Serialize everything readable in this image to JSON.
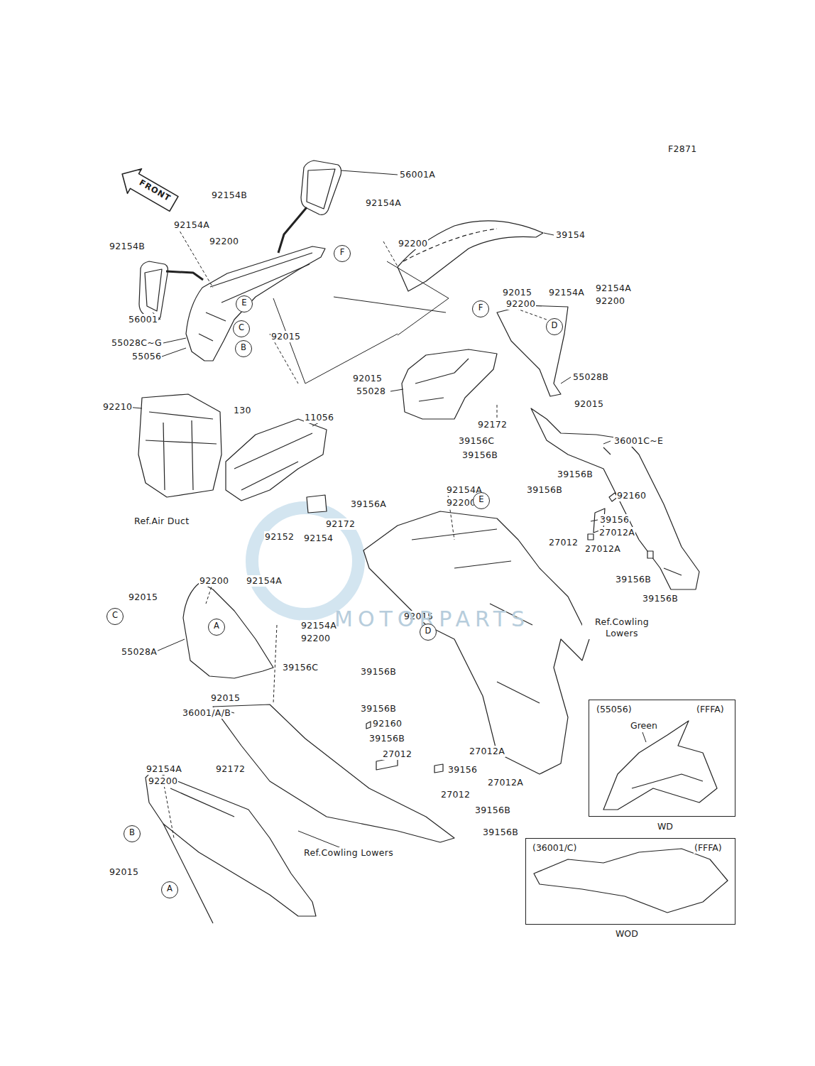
{
  "diagram": {
    "nodes": [
      {
        "text": [
          "F"
        ]
      },
      {
        "text": [
          "E"
        ]
      },
      {
        "text": [
          "C"
        ]
      },
      {
        "text": [
          "B"
        ]
      },
      {
        "text": [
          "F"
        ]
      },
      {
        "text": [
          "D"
        ]
      },
      {
        "text": [
          "E"
        ]
      },
      {
        "text": [
          "D"
        ]
      },
      {
        "text": [
          "C"
        ]
      },
      {
        "text": [
          "A"
        ]
      },
      {
        "text": [
          "B"
        ]
      },
      {
        "text": [
          "A"
        ]
      },
      {
        "text": [
          "(55056)",
          "(FFFA)",
          "Green",
          "WD"
        ]
      },
      {
        "text": [
          "(36001/C)",
          "(FFFA)",
          "WOD"
        ]
      }
    ],
    "labels": [
      "F2871",
      "56001A",
      "92154B",
      "92154A",
      "92154A",
      "92200",
      "92200",
      "39154",
      "92154B",
      "92015",
      "92154A",
      "92154A",
      "92200",
      "92200",
      "56001",
      "92015",
      "55028C~G",
      "55056",
      "55028B",
      "92015",
      "55028",
      "92015",
      "92210",
      "130",
      "11056",
      "92172",
      "39156C",
      "36001C~E",
      "39156B",
      "39156B",
      "92154A",
      "39156B",
      "92160",
      "92200",
      "39156A",
      "39156",
      "Ref.Air Duct",
      "92172",
      "27012A",
      "92152",
      "92154",
      "27012",
      "27012A",
      "39156B",
      "92200",
      "92154A",
      "92015",
      "39156B",
      "92015",
      "Ref.Cowling Lowers",
      "92154A",
      "92200",
      "55028A",
      "39156C",
      "39156B",
      "92015",
      "39156B",
      "36001/A/B",
      "92160",
      "39156B",
      "27012A",
      "27012",
      "92154A",
      "92172",
      "39156",
      "92200",
      "27012A",
      "27012",
      "39156B",
      "39156B",
      "Ref.Cowling Lowers",
      "92015",
      "FRONT",
      "MOTORPARTS"
    ]
  }
}
